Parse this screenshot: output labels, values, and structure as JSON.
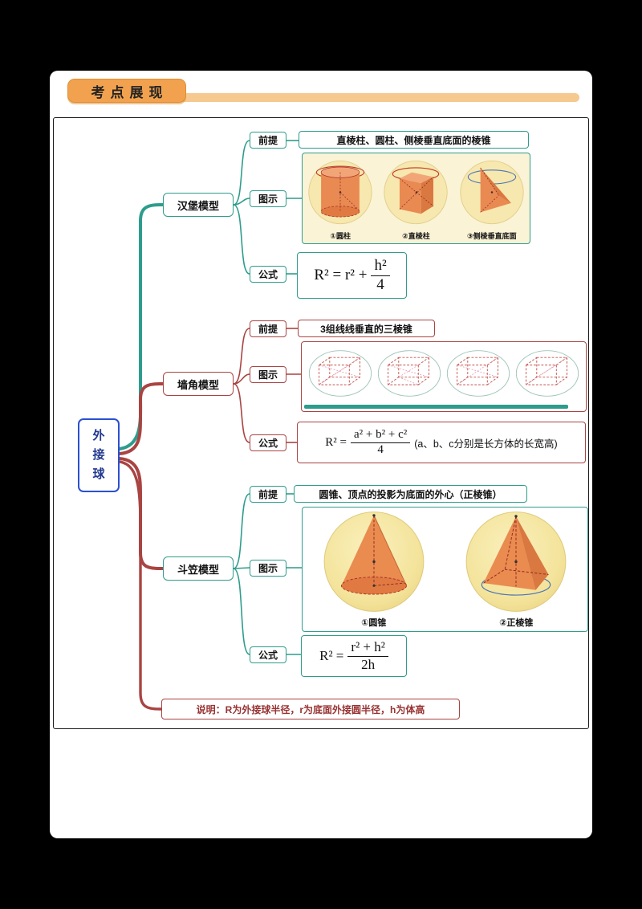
{
  "header": {
    "badge": "考点展现"
  },
  "root": {
    "label": "外接球",
    "chars": [
      "外",
      "接",
      "球"
    ]
  },
  "branches": [
    {
      "label": "汉堡模型",
      "premise_label": "前提",
      "premise": "直棱柱、圆柱、侧棱垂直底面的棱锥",
      "diagram_label": "图示",
      "captions": [
        "①圆柱",
        "②直棱柱",
        "③侧棱垂直底面"
      ],
      "formula_label": "公式",
      "formula": {
        "pre": "R² = r² +",
        "num": "h²",
        "den": "4",
        "post": ""
      }
    },
    {
      "label": "墙角模型",
      "premise_label": "前提",
      "premise": "3组线线垂直的三棱锥",
      "diagram_label": "图示",
      "captions": [],
      "formula_label": "公式",
      "formula": {
        "pre": "R² =",
        "num": "a² + b² + c²",
        "den": "4",
        "post": "(a、b、c分别是长方体的长宽高)"
      }
    },
    {
      "label": "斗笠模型",
      "premise_label": "前提",
      "premise": "圆锥、顶点的投影为底面的外心（正棱锥）",
      "diagram_label": "图示",
      "captions": [
        "①圆锥",
        "②正棱锥"
      ],
      "formula_label": "公式",
      "formula": {
        "pre": "R² =",
        "num": "r² + h²",
        "den": "2h",
        "post": ""
      }
    }
  ],
  "note": "说明：R为外接球半径，r为底面外接圆半径，h为体高",
  "colors": {
    "teal": "#2E9C8C",
    "red": "#A94442",
    "badge_orange": "#F2A24E",
    "root_blue": "#2B50D0"
  }
}
